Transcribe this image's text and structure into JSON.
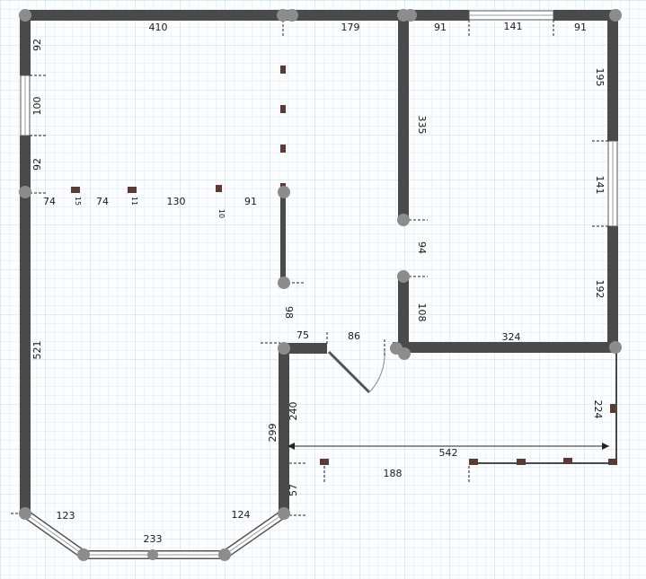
{
  "colors": {
    "wall": "#4a4a4a",
    "joint": "#8c8c8c",
    "post": "#5a3a35",
    "grid_minor": "#dfe9f2",
    "grid_major": "#c9d8e6",
    "background": "#fbfdff"
  },
  "dimensions": {
    "top_left": "410",
    "top_mid": "179",
    "top_right_a": "91",
    "top_window": "141",
    "top_right_b": "91",
    "left_upper": "92",
    "left_window": "100",
    "left_mid": "92",
    "left_long": "521",
    "row_a": "74",
    "row_b": "74",
    "row_c": "130",
    "row_d": "91",
    "post_a": "15",
    "post_b": "11",
    "post_c": "10",
    "inner_335": "335",
    "inner_94": "94",
    "inner_108": "108",
    "inner_98": "98",
    "right_upper": "195",
    "right_window": "141",
    "right_lower": "192",
    "wall_324": "324",
    "wall_75": "75",
    "door_86": "86",
    "wall_240": "240",
    "wall_299": "299",
    "wall_224": "224",
    "span_542": "542",
    "span_188": "188",
    "wall_57": "57",
    "bay_left": "123",
    "bay_bottom": "233",
    "bay_right": "124"
  }
}
